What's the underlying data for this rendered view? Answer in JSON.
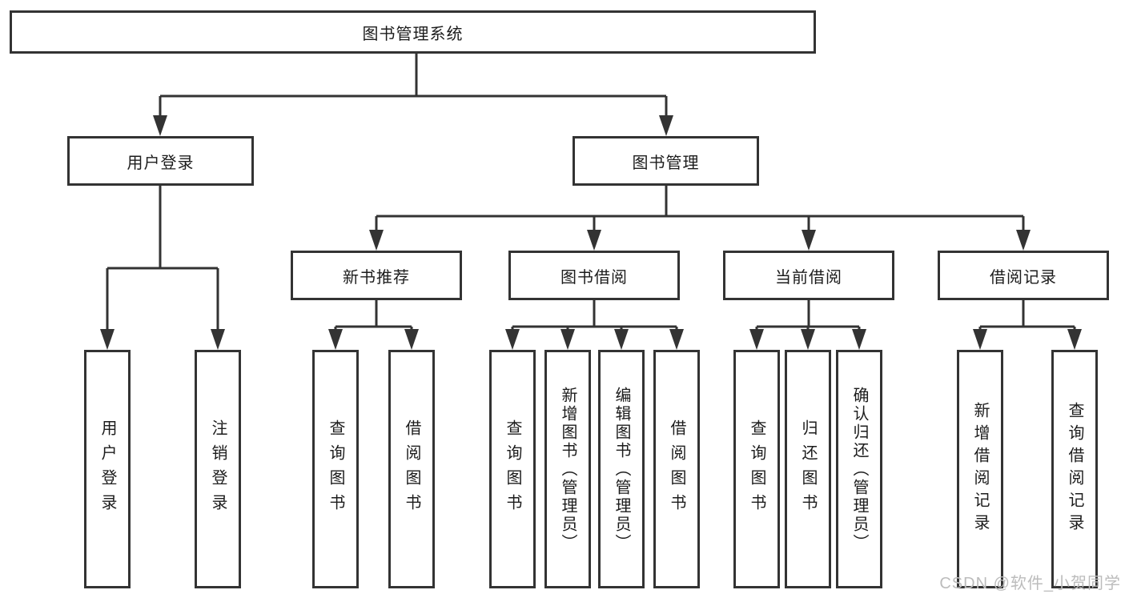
{
  "diagram": {
    "root": {
      "label": "图书管理系统"
    },
    "branches": [
      {
        "label": "用户登录",
        "leaves": [
          "用户登录",
          "注销登录"
        ]
      },
      {
        "label": "图书管理",
        "sections": [
          {
            "label": "新书推荐",
            "leaves": [
              "查询图书",
              "借阅图书"
            ]
          },
          {
            "label": "图书借阅",
            "leaves": [
              "查询图书",
              "新增图书（管理员）",
              "编辑图书（管理员）",
              "借阅图书"
            ]
          },
          {
            "label": "当前借阅",
            "leaves": [
              "查询图书",
              "归还图书",
              "确认归还（管理员）"
            ]
          },
          {
            "label": "借阅记录",
            "leaves": [
              "新增借阅记录",
              "查询借阅记录"
            ]
          }
        ]
      }
    ]
  },
  "watermark": {
    "text": "CSDN @软件_小贺同学"
  },
  "colors": {
    "line": "#333333",
    "text": "#1c1c1c",
    "watermark": "#bcbcbc",
    "background": "#ffffff"
  }
}
